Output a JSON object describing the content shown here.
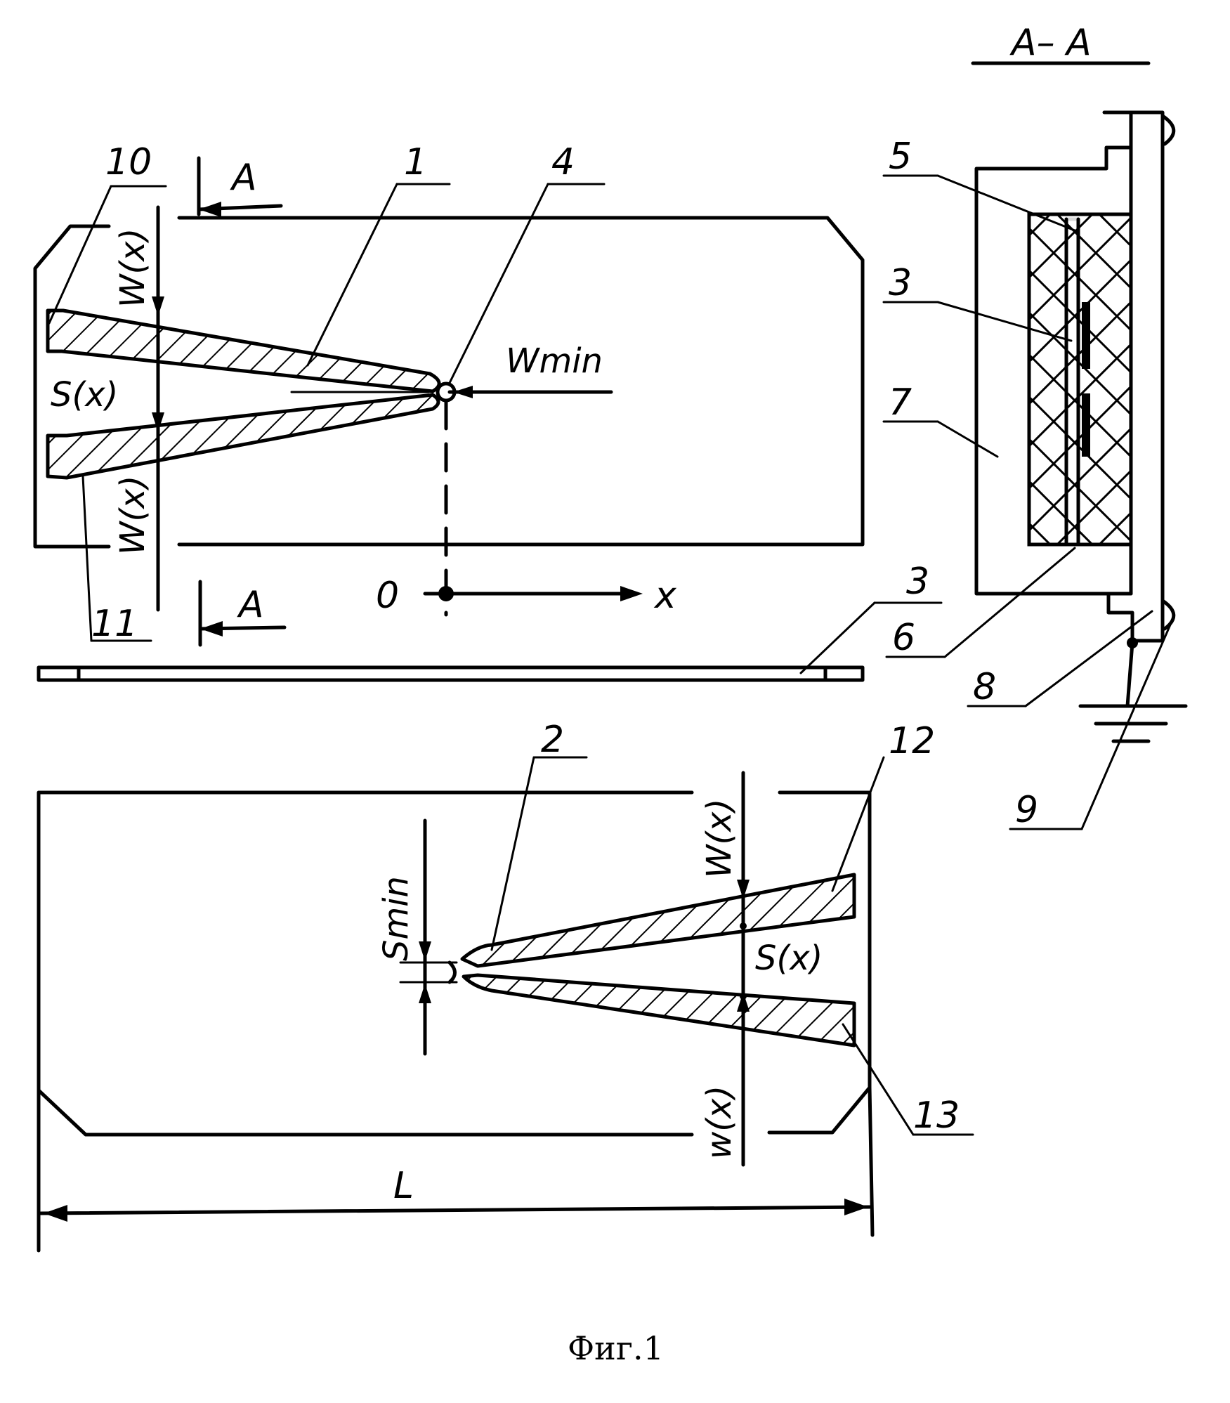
{
  "caption": "Фиг.1",
  "section_title": "A– A",
  "section_marker": "A",
  "labels": {
    "n1": "1",
    "n2": "2",
    "n3": "3",
    "n4": "4",
    "n5": "5",
    "n6": "6",
    "n7": "7",
    "n8": "8",
    "n9": "9",
    "n10": "10",
    "n11": "11",
    "n12": "12",
    "n13": "13"
  },
  "dims": {
    "w": "W(x)",
    "w_lower": "w(x)",
    "s": "S(x)",
    "wmin": "Wmin",
    "smin": "Smin",
    "origin": "0",
    "axis": "x",
    "length": "L"
  }
}
